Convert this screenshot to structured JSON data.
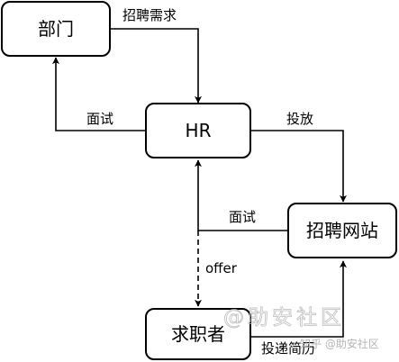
{
  "nodes": {
    "department": "部门",
    "hr": "HR",
    "recruiting_site": "招聘网站",
    "job_seeker": "求职者"
  },
  "edges": {
    "recruiting_demand": "招聘需求",
    "interview_to_department": "面试",
    "post_job": "投放",
    "interview_from_site": "面试",
    "offer": "offer",
    "submit_resume": "投递简历"
  },
  "watermarks": {
    "main": "@助安社区",
    "small": "知乎 @助安社区"
  },
  "colors": {
    "stroke": "#000000",
    "background": "#ffffff",
    "watermark": "#bdbdbd"
  }
}
